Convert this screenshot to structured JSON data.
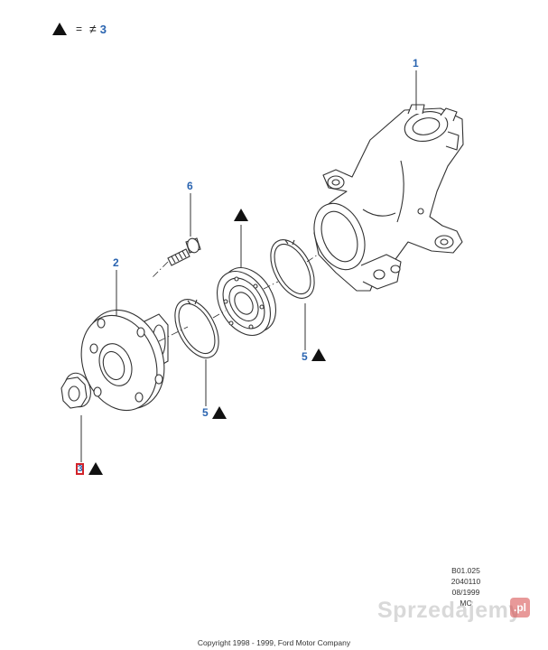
{
  "legend": {
    "equals": "=",
    "not_equal": "≠",
    "value": "3"
  },
  "callouts": {
    "knuckle": "1",
    "hub": "2",
    "bolt": "6",
    "snap_ring_outer": "5",
    "snap_ring_inner": "5",
    "nut": "3"
  },
  "reference": {
    "line1": "B01.025",
    "line2": "2040110",
    "line3": "08/1999",
    "line4": "MC"
  },
  "copyright": "Copyright 1998 - 1999, Ford Motor Company",
  "watermark": {
    "text": "Sprzedajemy",
    "badge": ".pl"
  }
}
